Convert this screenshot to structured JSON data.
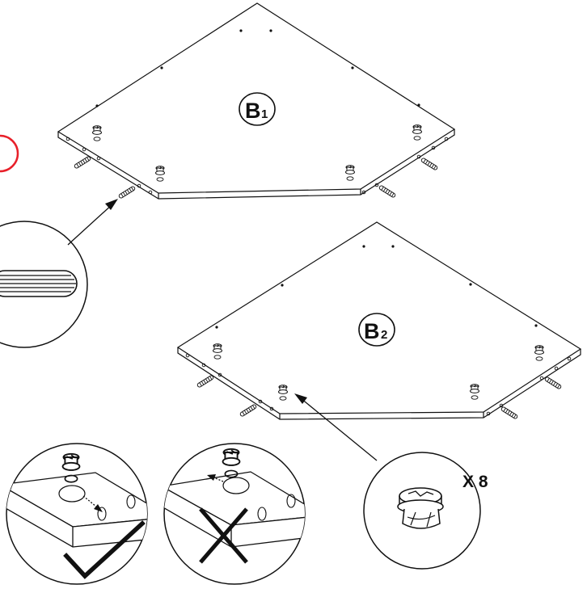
{
  "panels": [
    {
      "letter": "B",
      "subscript": "1"
    },
    {
      "letter": "B",
      "subscript": "2"
    }
  ],
  "cam_lock": {
    "quantity_text": "X 8"
  },
  "colors": {
    "ink": "#111111",
    "highlight": "#e8202a",
    "paper": "#ffffff"
  },
  "icons": [
    "wooden-dowel-icon",
    "cam-lock-fitting-icon",
    "correct-checkmark-icon",
    "wrong-cross-icon",
    "direction-arrow-icon"
  ]
}
